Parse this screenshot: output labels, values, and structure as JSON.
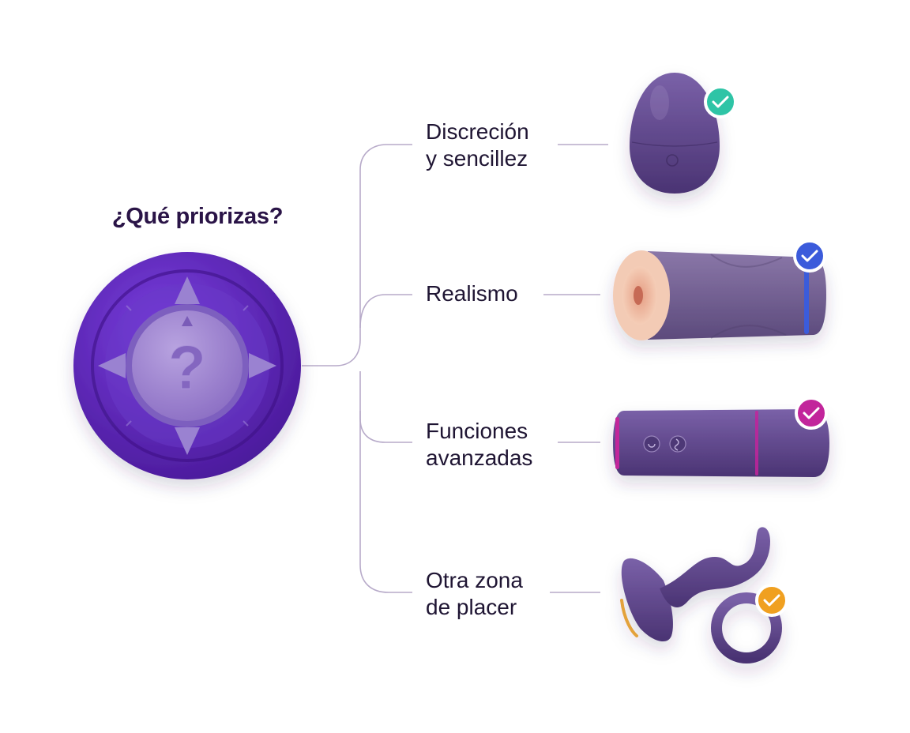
{
  "question": "¿Qué priorizas?",
  "options": [
    {
      "label": "Discreción\ny sencillez",
      "product": "egg-vibrator-icon",
      "check_color": "#2ec4a6"
    },
    {
      "label": "Realismo",
      "product": "masturbator-sleeve-icon",
      "check_color": "#3b5bdb"
    },
    {
      "label": "Funciones\navanzadas",
      "product": "bullet-vibrator-icon",
      "check_color": "#c2259b"
    },
    {
      "label": "Otra zona\nde placer",
      "product": "plug-and-ring-icon",
      "check_color": "#f0a020"
    }
  ],
  "colors": {
    "dial_outer": "#5a20b8",
    "dial_inner": "#9b80cf",
    "product_purple": "#5d4489",
    "connector": "#b7aac9",
    "text": "#1f1533"
  },
  "dial_icon": "question-compass-dial-icon"
}
